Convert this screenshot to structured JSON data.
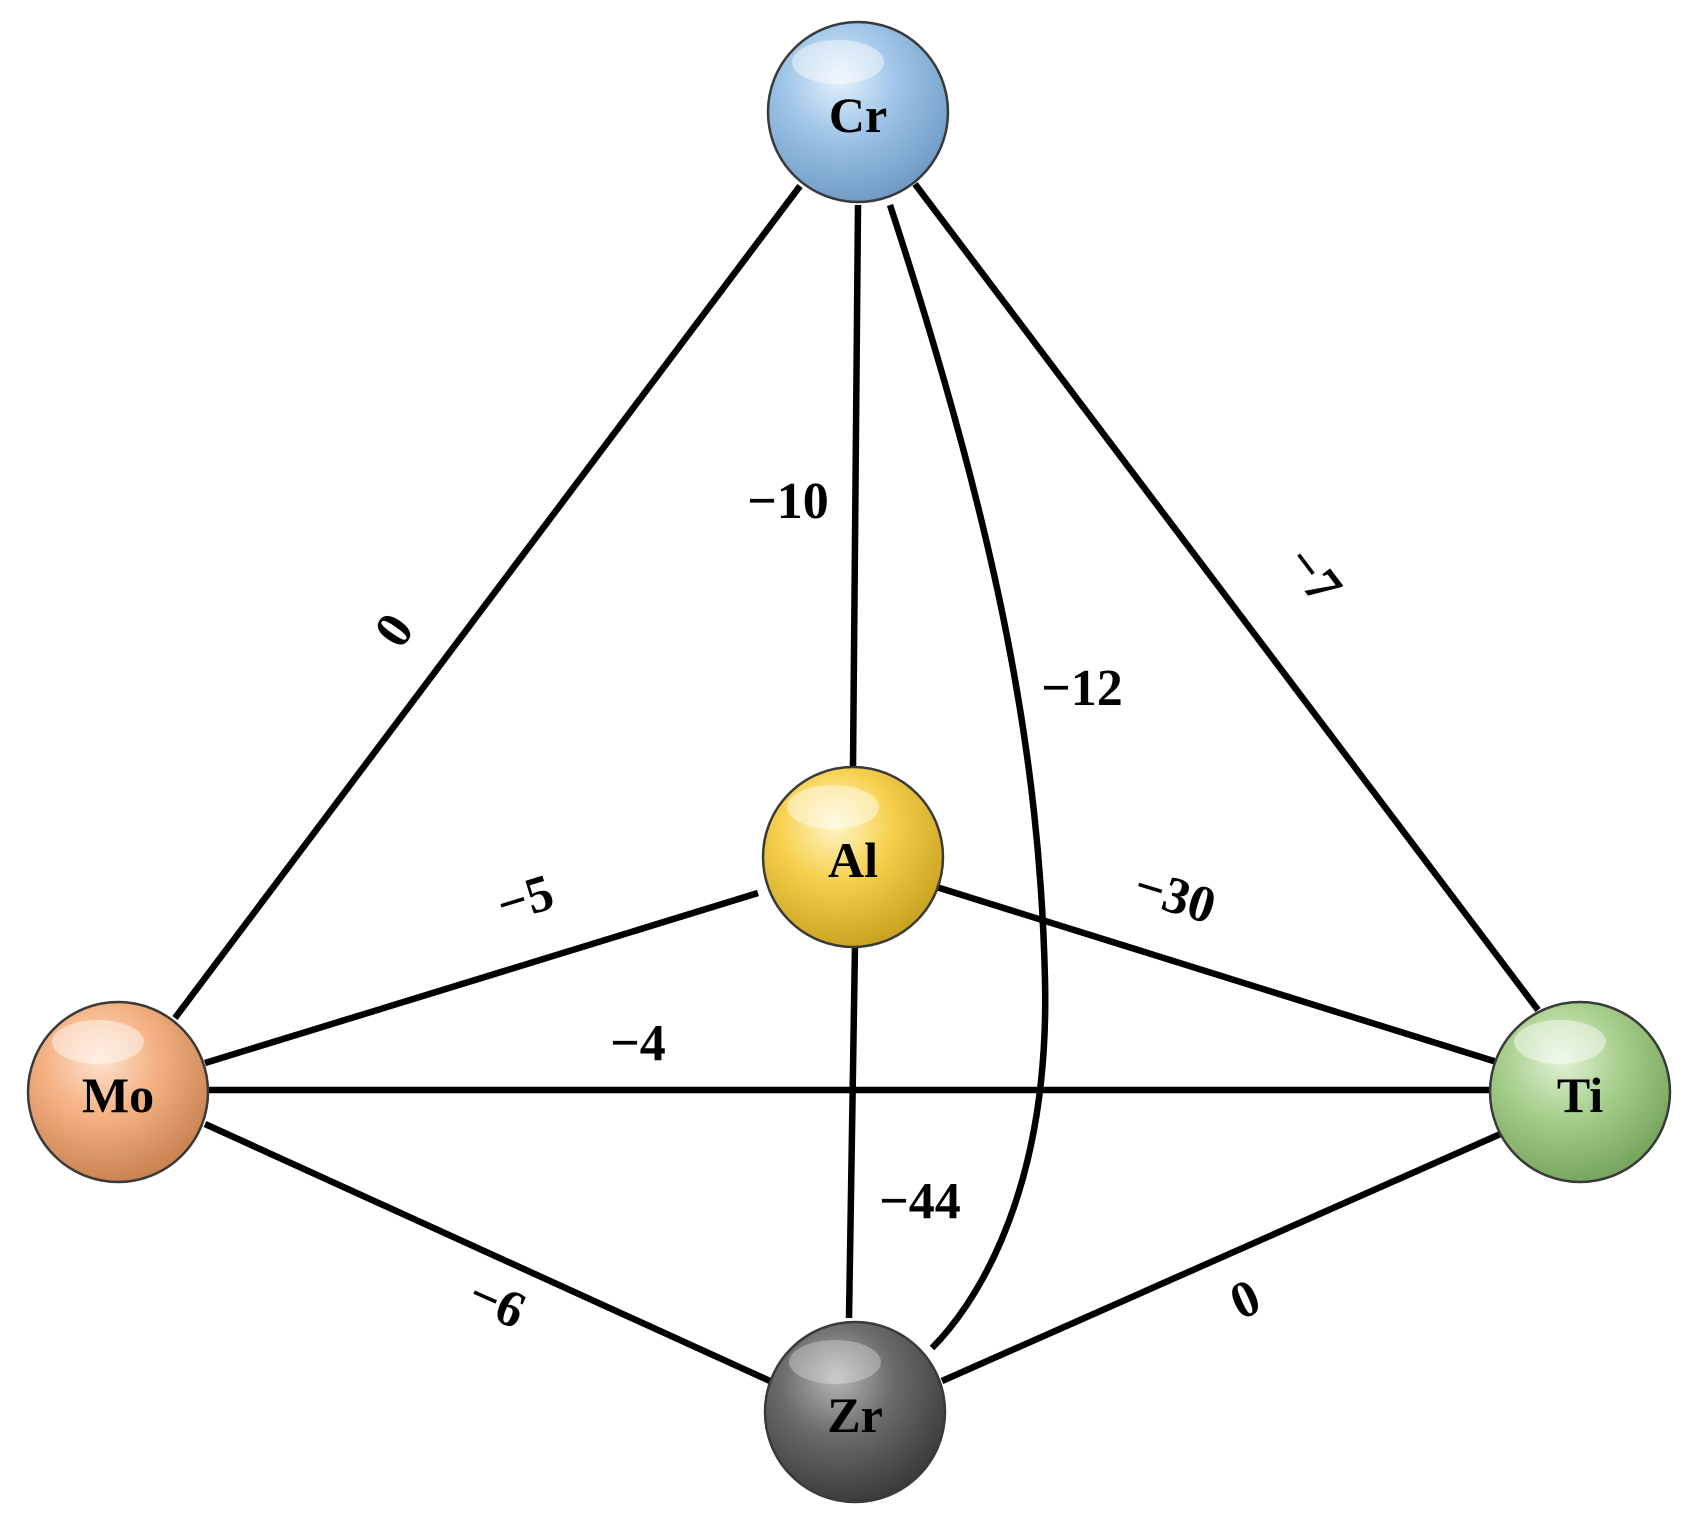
{
  "diagram": {
    "colors": {
      "Cr": "#9fc5e8",
      "Al": "#f6d04d",
      "Mo": "#f4b183",
      "Ti": "#a9d08e",
      "Zr": "#6b6b6b",
      "line": "#000000"
    },
    "nodes": [
      {
        "id": "Cr",
        "label": "Cr"
      },
      {
        "id": "Al",
        "label": "Al"
      },
      {
        "id": "Mo",
        "label": "Mo"
      },
      {
        "id": "Ti",
        "label": "Ti"
      },
      {
        "id": "Zr",
        "label": "Zr"
      }
    ],
    "edges": [
      {
        "from": "Cr",
        "to": "Mo",
        "value": "0"
      },
      {
        "from": "Cr",
        "to": "Al",
        "value": "−10"
      },
      {
        "from": "Cr",
        "to": "Zr",
        "value": "−12"
      },
      {
        "from": "Cr",
        "to": "Ti",
        "value": "−7"
      },
      {
        "from": "Mo",
        "to": "Al",
        "value": "−5"
      },
      {
        "from": "Al",
        "to": "Ti",
        "value": "−30"
      },
      {
        "from": "Mo",
        "to": "Ti",
        "value": "−4"
      },
      {
        "from": "Al",
        "to": "Zr",
        "value": "−44"
      },
      {
        "from": "Mo",
        "to": "Zr",
        "value": "−6"
      },
      {
        "from": "Zr",
        "to": "Ti",
        "value": "0"
      }
    ]
  }
}
